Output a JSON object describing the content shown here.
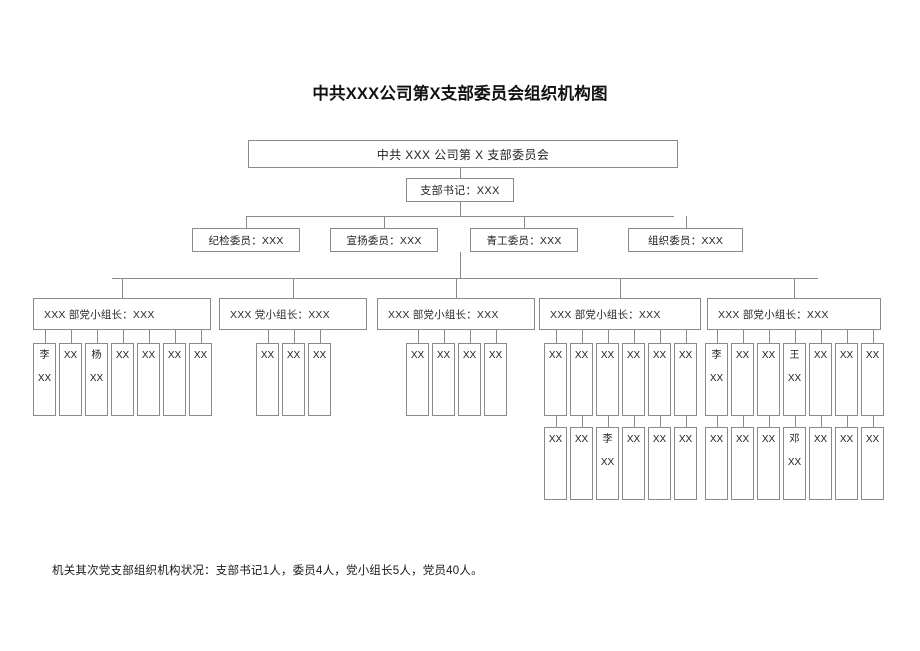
{
  "document": {
    "title": "中共XXX公司第X支部委员会组织机构图"
  },
  "chart_data": {
    "type": "diagram",
    "diagram_kind": "organization-chart",
    "title": "中共XXX公司第X支部委员会组织机构图",
    "orientation": "top-down",
    "levels": [
      {
        "level": 1,
        "nodes": [
          "中共 XXX 公司第 X 支部委员会"
        ]
      },
      {
        "level": 2,
        "nodes": [
          "支部书记：XXX"
        ]
      },
      {
        "level": 3,
        "nodes": [
          "纪检委员：XXX",
          "宣扬委员：XXX",
          "青工委员：XXX",
          "组织委员：XXX"
        ]
      },
      {
        "level": 4,
        "nodes": [
          "XXX 部党小组长：XXX",
          "XXX 党小组长：XXX",
          "XXX 部党小组长：XXX",
          "XXX 部党小组长：XXX",
          "XXX 部党小组长：XXX"
        ]
      }
    ],
    "member_counts": [
      7,
      3,
      4,
      12,
      14
    ],
    "total_members": 40
  },
  "root": {
    "label": "中共 XXX 公司第 X 支部委员会"
  },
  "secretary": {
    "label": "支部书记：XXX"
  },
  "committee": {
    "members": [
      {
        "label": "纪检委员：XXX"
      },
      {
        "label": "宣扬委员：XXX"
      },
      {
        "label": "青工委员：XXX"
      },
      {
        "label": "组织委员：XXX"
      }
    ]
  },
  "groups": [
    {
      "leader": "XXX 部党小组长：XXX",
      "rows": [
        [
          {
            "lines": [
              "李",
              "XX"
            ]
          },
          {
            "lines": [
              "XX"
            ]
          },
          {
            "lines": [
              "杨",
              "XX"
            ]
          },
          {
            "lines": [
              "XX"
            ]
          },
          {
            "lines": [
              "XX"
            ]
          },
          {
            "lines": [
              "XX"
            ]
          },
          {
            "lines": [
              "XX"
            ]
          }
        ]
      ]
    },
    {
      "leader": "XXX 党小组长：XXX",
      "rows": [
        [
          {
            "lines": [
              "XX"
            ]
          },
          {
            "lines": [
              "XX"
            ]
          },
          {
            "lines": [
              "XX"
            ]
          }
        ]
      ]
    },
    {
      "leader": "XXX 部党小组长：XXX",
      "rows": [
        [
          {
            "lines": [
              "XX"
            ]
          },
          {
            "lines": [
              "XX"
            ]
          },
          {
            "lines": [
              "XX"
            ]
          },
          {
            "lines": [
              "XX"
            ]
          }
        ]
      ]
    },
    {
      "leader": "XXX 部党小组长：XXX",
      "rows": [
        [
          {
            "lines": [
              "XX"
            ]
          },
          {
            "lines": [
              "XX"
            ]
          },
          {
            "lines": [
              "XX"
            ]
          },
          {
            "lines": [
              "XX"
            ]
          },
          {
            "lines": [
              "XX"
            ]
          },
          {
            "lines": [
              "XX"
            ]
          }
        ],
        [
          {
            "lines": [
              "XX"
            ]
          },
          {
            "lines": [
              "XX"
            ]
          },
          {
            "lines": [
              "李",
              "XX"
            ]
          },
          {
            "lines": [
              "XX"
            ]
          },
          {
            "lines": [
              "XX"
            ]
          },
          {
            "lines": [
              "XX"
            ]
          }
        ]
      ]
    },
    {
      "leader": "XXX 部党小组长：XXX",
      "rows": [
        [
          {
            "lines": [
              "李",
              "XX"
            ]
          },
          {
            "lines": [
              "XX"
            ]
          },
          {
            "lines": [
              "XX"
            ]
          },
          {
            "lines": [
              "王",
              "XX"
            ]
          },
          {
            "lines": [
              "XX"
            ]
          },
          {
            "lines": [
              "XX"
            ]
          },
          {
            "lines": [
              "XX"
            ]
          }
        ],
        [
          {
            "lines": [
              "XX"
            ]
          },
          {
            "lines": [
              "XX"
            ]
          },
          {
            "lines": [
              "XX"
            ]
          },
          {
            "lines": [
              "邓",
              "XX"
            ]
          },
          {
            "lines": [
              "XX"
            ]
          },
          {
            "lines": [
              "XX"
            ]
          },
          {
            "lines": [
              "XX"
            ]
          }
        ]
      ]
    }
  ],
  "footer": {
    "note": "机关其次党支部组织机构状况：支部书记1人，委员4人，党小组长5人，党员40人。"
  }
}
